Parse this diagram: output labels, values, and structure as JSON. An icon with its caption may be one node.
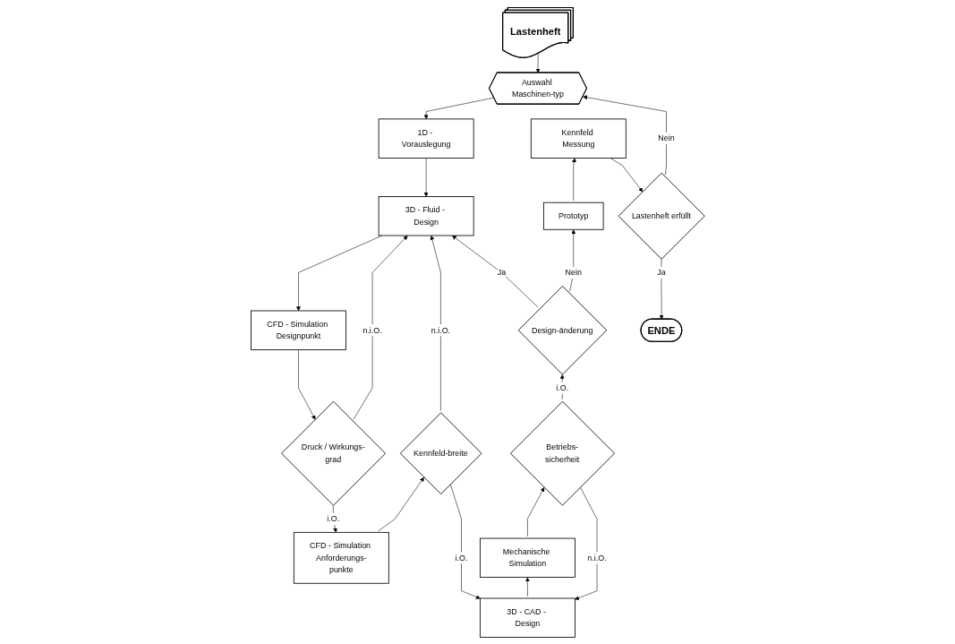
{
  "diagram": {
    "nodes": [
      {
        "text": [
          "Lastenheft"
        ]
      },
      {
        "text": [
          "Auswahl Maschinen-typ"
        ]
      },
      {
        "text": [
          "1D - Vorauslegung"
        ]
      },
      {
        "text": [
          "3D - Fluid - Design"
        ]
      },
      {
        "text": [
          "CFD - Simulation Designpunkt"
        ]
      },
      {
        "text": [
          "Druck / Wirkungs-grad"
        ]
      },
      {
        "text": [
          "CFD - Simulation Anforderungs-punkte"
        ]
      },
      {
        "text": [
          "Kennfeld-breite"
        ]
      },
      {
        "text": [
          "3D - CAD - Design"
        ]
      },
      {
        "text": [
          "Mechanische Simulation"
        ]
      },
      {
        "text": [
          "Betriebs-sicherheit"
        ]
      },
      {
        "text": [
          "Design-änderung"
        ]
      },
      {
        "text": [
          "Prototyp"
        ]
      },
      {
        "text": [
          "Kennfeld Messung"
        ]
      },
      {
        "text": [
          "Lastenheft erfüllt"
        ]
      },
      {
        "text": [
          "ENDE"
        ]
      }
    ],
    "edges": [
      {
        "from": 0,
        "to": 1,
        "arrow": "to"
      },
      {
        "from": 1,
        "to": 2,
        "arrow": "to"
      },
      {
        "from": 2,
        "to": 3,
        "arrow": "to"
      },
      {
        "from": 3,
        "to": 4,
        "arrow": "to"
      },
      {
        "from": 4,
        "to": 5,
        "arrow": "to"
      },
      {
        "from": 5,
        "to": 3,
        "label": "n.i.O.",
        "arrow": "to"
      },
      {
        "from": 5,
        "to": 6,
        "label": "i.O.",
        "arrow": "to"
      },
      {
        "from": 6,
        "to": 7,
        "arrow": "to"
      },
      {
        "from": 7,
        "to": 3,
        "label": "n.i.O.",
        "arrow": "to"
      },
      {
        "from": 7,
        "to": 8,
        "label": "i.O.",
        "arrow": "to"
      },
      {
        "from": 8,
        "to": 9,
        "arrow": "to"
      },
      {
        "from": 9,
        "to": 10,
        "arrow": "to"
      },
      {
        "from": 10,
        "to": 11,
        "label": "i.O.",
        "arrow": "to"
      },
      {
        "from": 10,
        "to": 8,
        "label": "n.i.O.",
        "arrow": "to"
      },
      {
        "from": 11,
        "to": 3,
        "label": "Ja",
        "arrow": "to"
      },
      {
        "from": 11,
        "to": 12,
        "label": "Nein",
        "arrow": "to"
      },
      {
        "from": 12,
        "to": 13,
        "arrow": "to"
      },
      {
        "from": 13,
        "to": 14,
        "arrow": "to"
      },
      {
        "from": 14,
        "to": 1,
        "label": "Nein",
        "arrow": "to"
      },
      {
        "from": 14,
        "to": 15,
        "label": "Ja",
        "arrow": "to"
      }
    ]
  }
}
